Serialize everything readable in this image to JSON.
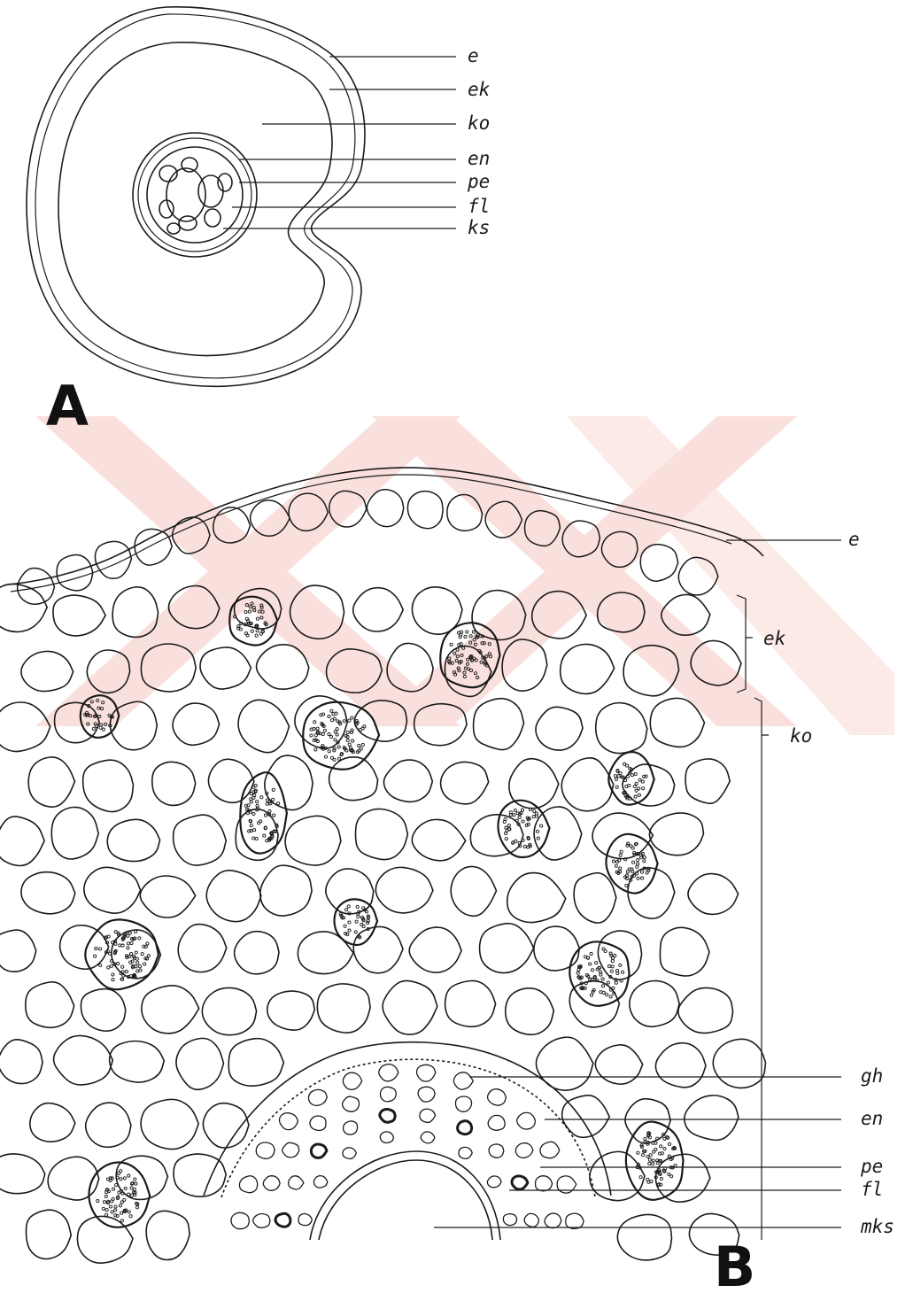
{
  "colors": {
    "ink": "#1b1b1b",
    "watermark": "#f6c7c0",
    "background": "#ffffff"
  },
  "panel_a": {
    "letter": "A",
    "labels": {
      "e": "e",
      "ek": "ek",
      "ko": "ko",
      "en": "en",
      "pe": "pe",
      "fl": "fl",
      "ks": "ks"
    }
  },
  "panel_b": {
    "letter": "B",
    "labels": {
      "e": "e",
      "ek": "ek",
      "ko": "ko",
      "gh": "gh",
      "en": "en",
      "pe": "pe",
      "fl": "fl",
      "mks": "mks"
    }
  }
}
